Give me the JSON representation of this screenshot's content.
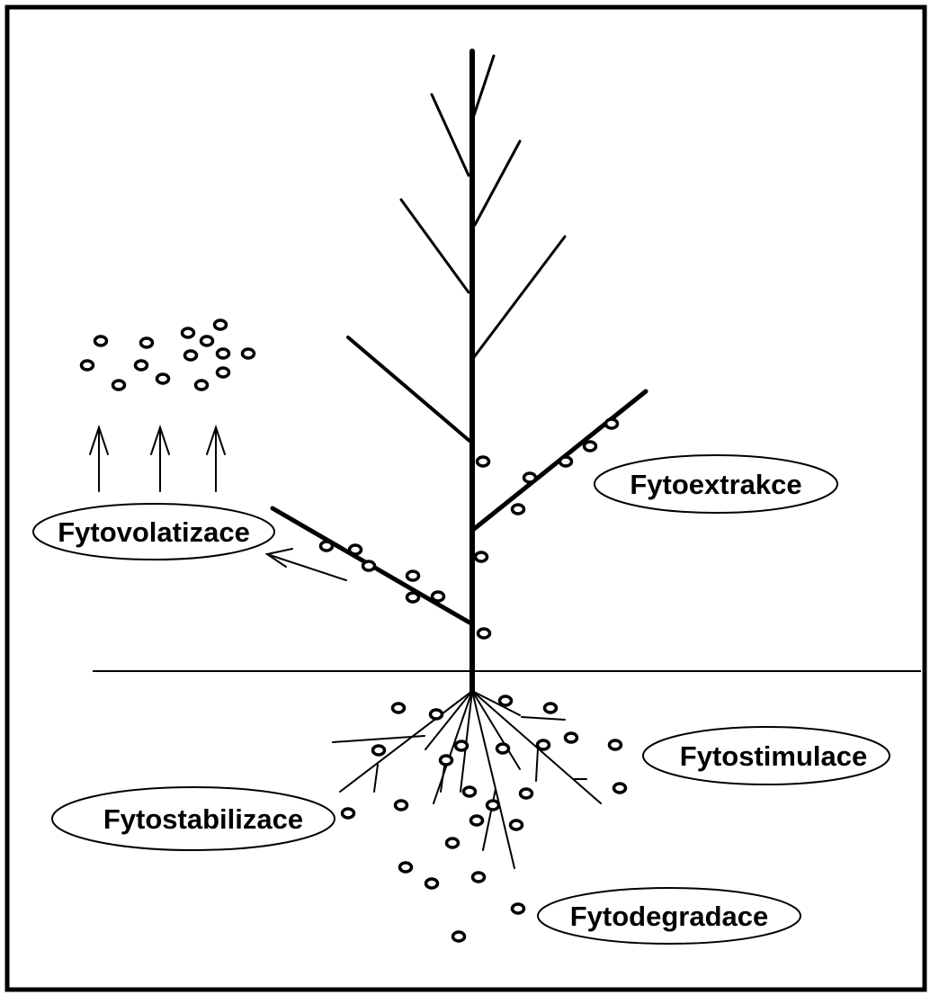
{
  "labels": {
    "fytovolatizace": "Fytovolatizace",
    "fytoextrakce": "Fytoextrakce",
    "fytostimulace": "Fytostimulace",
    "fytostabilizace": "Fytostabilizace",
    "fytodegradace": "Fytodegradace"
  },
  "colors": {
    "ink": "#000000",
    "background": "#ffffff"
  },
  "icons": {
    "particle": "contaminant-particle-icon",
    "arrow": "up-arrow-icon"
  }
}
